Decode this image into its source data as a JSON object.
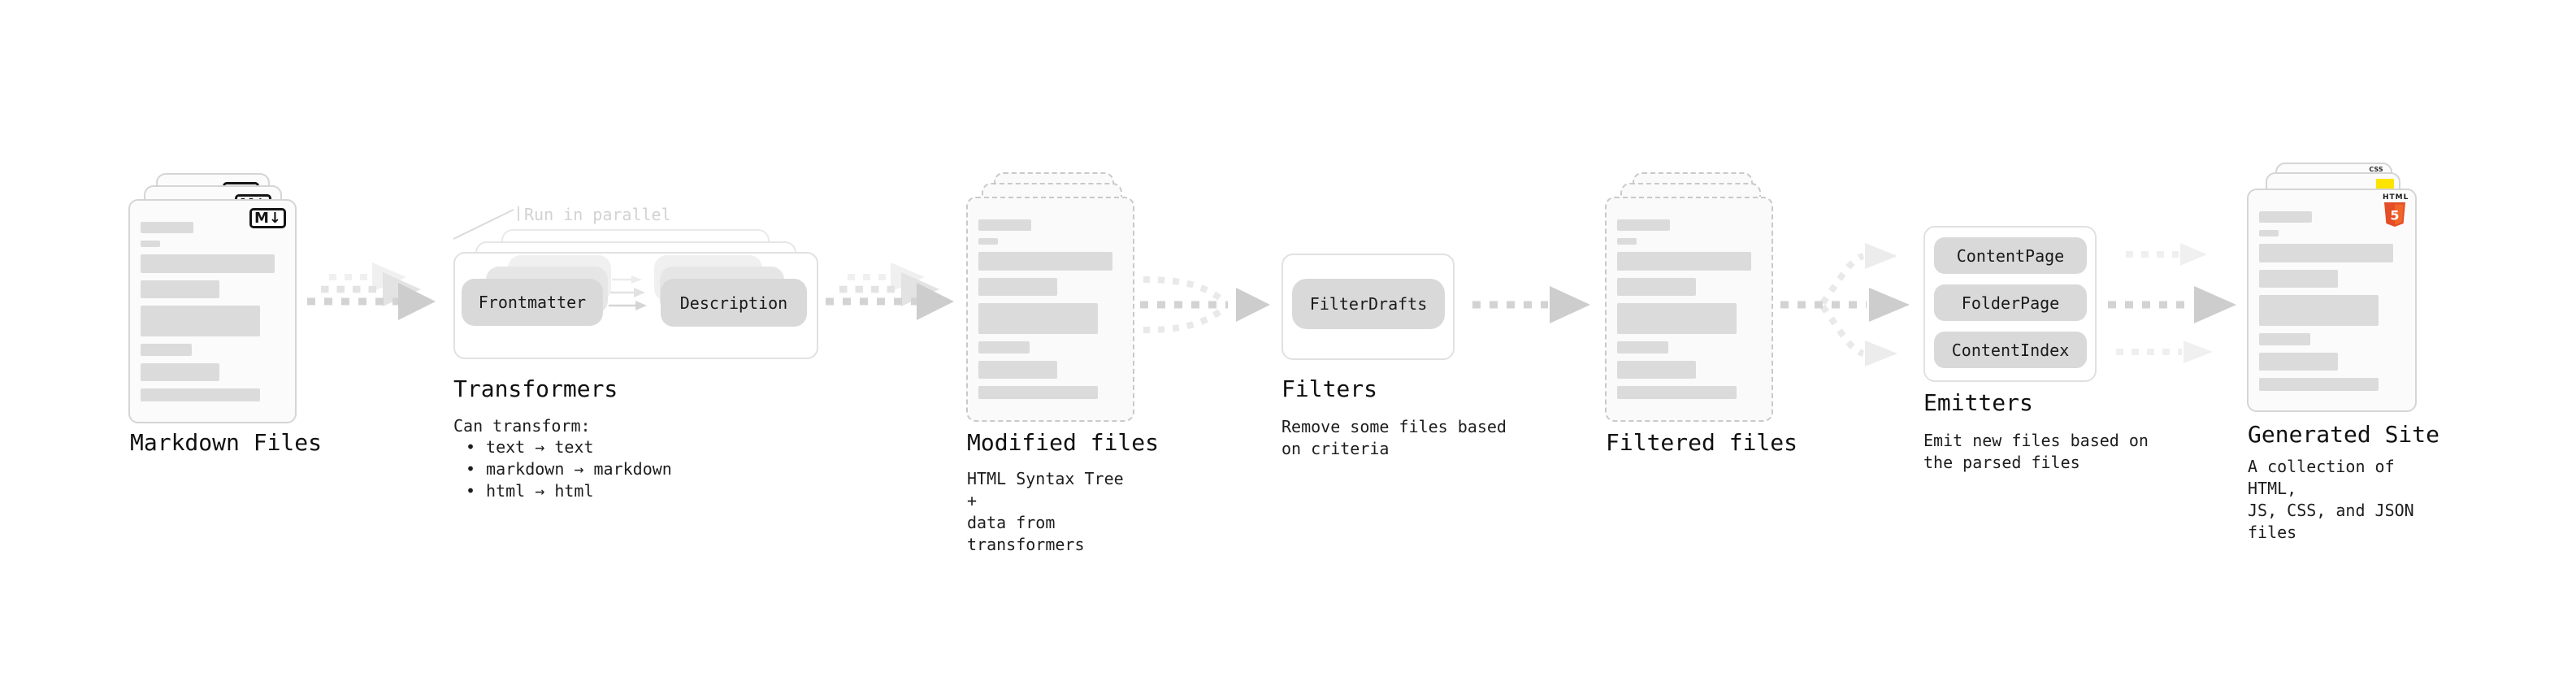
{
  "diagram": {
    "stages": {
      "markdown": {
        "title": "Markdown Files",
        "badge": "M↓"
      },
      "transformers": {
        "annotation": "Run in parallel",
        "input_pill": "Frontmatter",
        "output_pill": "Description",
        "title": "Transformers",
        "desc_heading": "Can transform:",
        "bullet": "•",
        "bullets": [
          "text → text",
          "markdown → markdown",
          "html → html"
        ]
      },
      "modified": {
        "title": "Modified files",
        "desc": "HTML Syntax Tree +\ndata from transformers"
      },
      "filters": {
        "title": "Filters",
        "pill": "FilterDrafts",
        "desc": "Remove some files based\non criteria"
      },
      "filtered": {
        "title": "Filtered files"
      },
      "emitters": {
        "title": "Emitters",
        "pills": [
          "ContentPage",
          "FolderPage",
          "ContentIndex"
        ],
        "desc": "Emit new files based on\nthe parsed files"
      },
      "generated": {
        "title": "Generated Site",
        "desc": "A collection of HTML,\nJS, CSS, and JSON files",
        "badges": {
          "css": "CSS",
          "html": "HTML",
          "html_number": "5"
        }
      }
    },
    "colors": {
      "arrow_gray": "#d2d2d2",
      "card_bar_gray": "#dbdbdb",
      "pill_gray": "#d9d9d9",
      "html5_orange": "#e44d26",
      "js_yellow": "#ffe400",
      "css_blue": "#2760e5"
    }
  }
}
